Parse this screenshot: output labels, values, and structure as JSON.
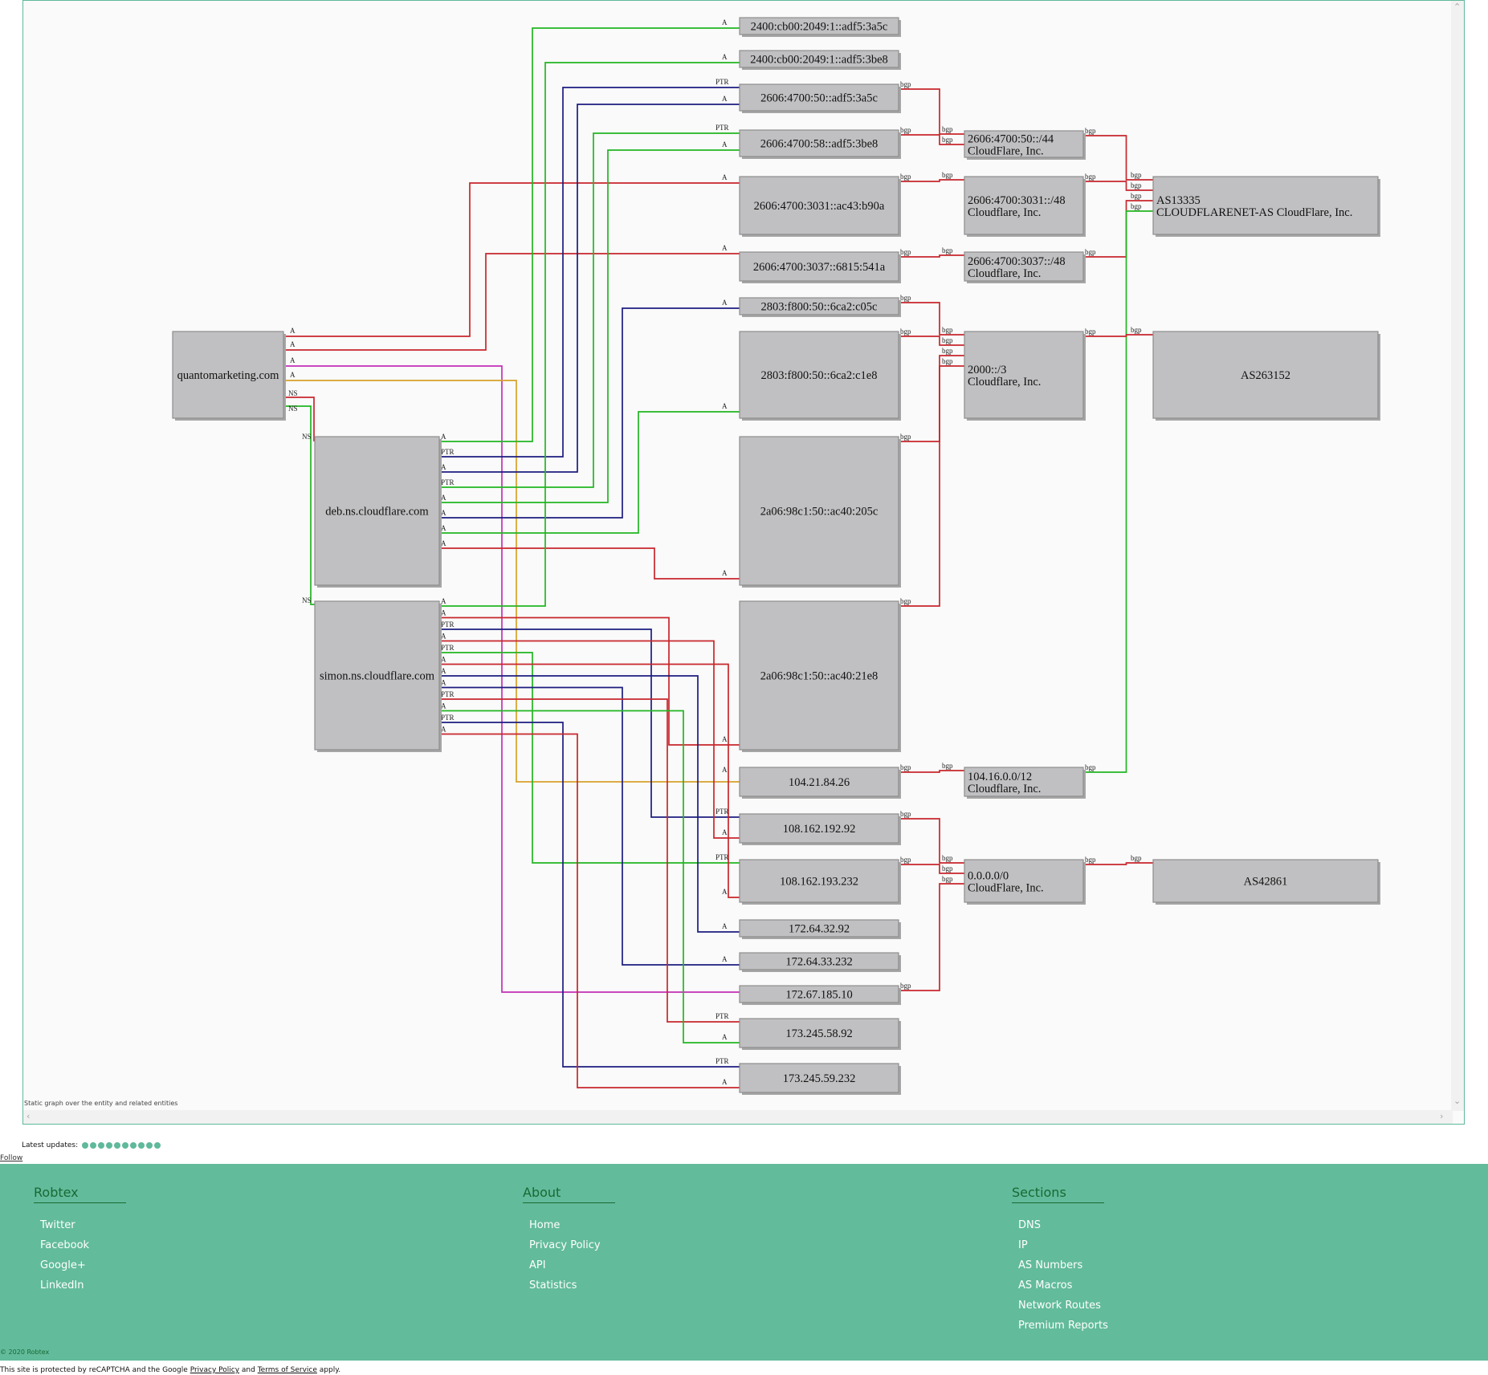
{
  "graph": {
    "caption": "Static graph over the entity and related entities",
    "nodes": [
      {
        "id": "quanto",
        "label": "quantomarketing.com"
      },
      {
        "id": "deb",
        "label": "deb.ns.cloudflare.com"
      },
      {
        "id": "simon",
        "label": "simon.ns.cloudflare.com"
      },
      {
        "id": "ip1",
        "label": "2400:cb00:2049:1::adf5:3a5c"
      },
      {
        "id": "ip2",
        "label": "2400:cb00:2049:1::adf5:3be8"
      },
      {
        "id": "ip3",
        "label": "2606:4700:50::adf5:3a5c"
      },
      {
        "id": "ip4",
        "label": "2606:4700:58::adf5:3be8"
      },
      {
        "id": "ip5",
        "label": "2606:4700:3031::ac43:b90a"
      },
      {
        "id": "ip6",
        "label": "2606:4700:3037::6815:541a"
      },
      {
        "id": "ip7",
        "label": "2803:f800:50::6ca2:c05c"
      },
      {
        "id": "ip8",
        "label": "2803:f800:50::6ca2:c1e8"
      },
      {
        "id": "ip9",
        "label": "2a06:98c1:50::ac40:205c"
      },
      {
        "id": "ip10",
        "label": "2a06:98c1:50::ac40:21e8"
      },
      {
        "id": "ip11",
        "label": "104.21.84.26"
      },
      {
        "id": "ip12",
        "label": "108.162.192.92"
      },
      {
        "id": "ip13",
        "label": "108.162.193.232"
      },
      {
        "id": "ip14",
        "label": "172.64.32.92"
      },
      {
        "id": "ip15",
        "label": "172.64.33.232"
      },
      {
        "id": "ip16",
        "label": "172.67.185.10"
      },
      {
        "id": "ip17",
        "label": "173.245.58.92"
      },
      {
        "id": "ip18",
        "label": "173.245.59.232"
      },
      {
        "id": "r1",
        "label": "2606:4700:50::/44",
        "sub": "CloudFlare, Inc."
      },
      {
        "id": "r2",
        "label": "2606:4700:3031::/48",
        "sub": "Cloudflare, Inc."
      },
      {
        "id": "r3",
        "label": "2606:4700:3037::/48",
        "sub": "Cloudflare, Inc."
      },
      {
        "id": "r4",
        "label": "2000::/3",
        "sub": "Cloudflare, Inc."
      },
      {
        "id": "r5",
        "label": "104.16.0.0/12",
        "sub": "Cloudflare, Inc."
      },
      {
        "id": "r6",
        "label": "0.0.0.0/0",
        "sub": "CloudFlare, Inc."
      },
      {
        "id": "as1",
        "label": "AS13335",
        "sub": "CLOUDFLARENET-AS CloudFlare, Inc."
      },
      {
        "id": "as2",
        "label": "AS263152"
      },
      {
        "id": "as3",
        "label": "AS42861"
      }
    ],
    "edge_labels": {
      "a": "A",
      "ptr": "PTR",
      "ns": "NS",
      "bgp": "bgp"
    },
    "colors": {
      "red": "#c8262c",
      "green": "#22b522",
      "navy": "#1c1c80",
      "magenta": "#c22fb6",
      "orange": "#d8a02a"
    }
  },
  "latest_updates_label": "Latest updates:",
  "follow_label": "Follow",
  "footer": {
    "columns": [
      {
        "title": "Robtex",
        "items": [
          "Twitter",
          "Facebook",
          "Google+",
          "LinkedIn"
        ]
      },
      {
        "title": "About",
        "items": [
          "Home",
          "Privacy Policy",
          "API",
          "Statistics"
        ]
      },
      {
        "title": "Sections",
        "items": [
          "DNS",
          "IP",
          "AS Numbers",
          "AS Macros",
          "Network Routes",
          "Premium Reports"
        ]
      }
    ],
    "copyright": "© 2020 Robtex",
    "recaptcha": {
      "prefix": "This site is protected by reCAPTCHA and the Google",
      "privacy": "Privacy Policy",
      "and": "and",
      "terms": "Terms of Service",
      "suffix": "apply."
    }
  }
}
